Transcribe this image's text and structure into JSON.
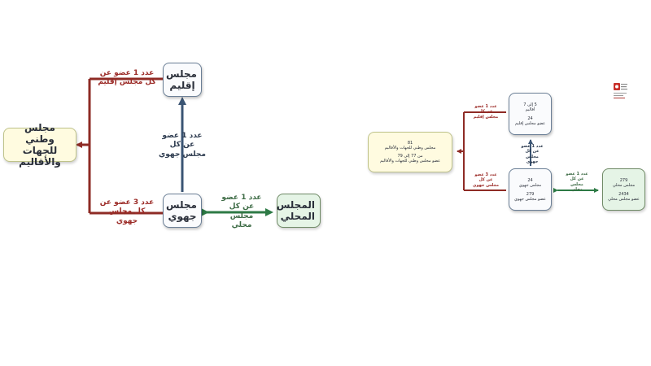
{
  "colors": {
    "red_connector": "#8e2b25",
    "blue_connector": "#3b5574",
    "green_connector": "#2d7a45",
    "yellow_box": "#fffbe0",
    "green_box": "#e5f4e6"
  },
  "left": {
    "national": "مجلس وطني للجهات والأقاليم",
    "regional_district": "مجلس إقليم",
    "regional": "مجلس جهوي",
    "local": "المجلس المحلي",
    "label_district_to_national": "عدد 1 عضو عن كل مجلس إقليم",
    "label_regional_to_national": "عدد 3 عضو عن كل مجلس جهوي",
    "label_regional_to_district": "عدد 1 عضو عن كل مجلس جهوي",
    "label_local_to_regional": "عدد 1 عضو عن كل مجلس محلي"
  },
  "right": {
    "national": {
      "count": "81",
      "name": "مجلس وطني للجهات والأقاليم",
      "range": "من 77 إلى 79",
      "member": "عضو مجلس وطني للجهات والأقاليم"
    },
    "district": {
      "range": "5 إلى 7",
      "unit": "أقاليم",
      "count": "24",
      "member": "عضو مجلس إقليم"
    },
    "regional": {
      "count": "24",
      "name": "مجلس جهوي",
      "count2": "279",
      "member": "عضو مجلس جهوي"
    },
    "local": {
      "count": "279",
      "name": "مجلس محلي",
      "count2": "2434",
      "member": "عضو مجلس محلي"
    },
    "label_district_to_national": "عدد 1 عضو عن كل مجلس إقليم",
    "label_regional_to_national": "عدد 3 عضو عن كل مجلس جهوي",
    "label_regional_to_district": "عدد 1 عضو عن كل مجلس جهوي",
    "label_local_to_regional": "عدد 1 عضو عن كل مجلس محلي"
  }
}
